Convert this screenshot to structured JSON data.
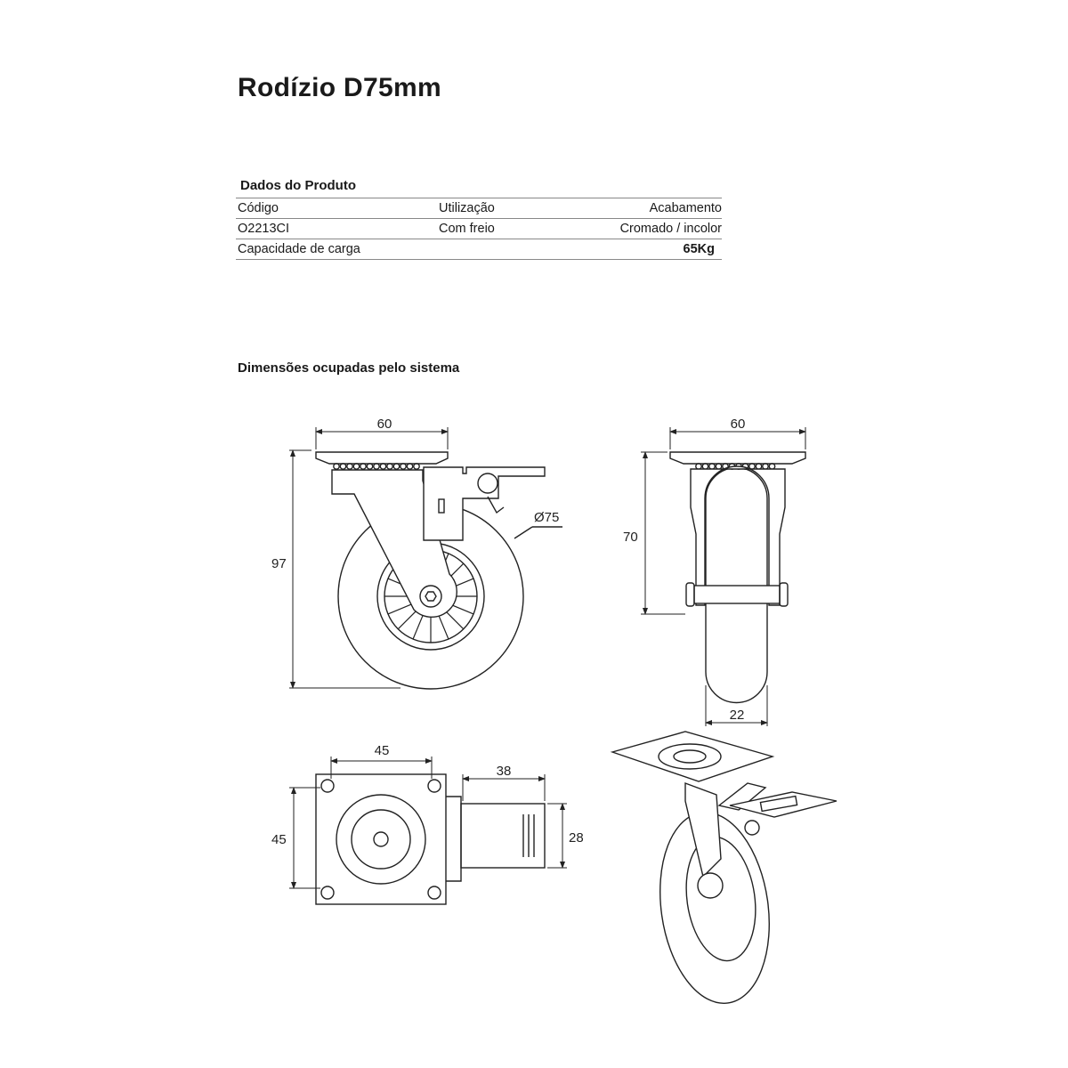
{
  "title": "Rodízio D75mm",
  "product_section": "Dados do Produto",
  "table": {
    "headers": [
      "Código",
      "Utilização",
      "Acabamento"
    ],
    "row": [
      "O2213CI",
      "Com freio",
      "Cromado / incolor"
    ],
    "capacity_label": "Capacidade de carga",
    "capacity_value": "65Kg"
  },
  "dimensions_section": "Dimensões ocupadas pelo sistema",
  "dims": {
    "front_width": "60",
    "front_height": "97",
    "wheel_diameter": "Ø75",
    "side_width": "60",
    "side_height": "70",
    "wheel_width": "22",
    "bottom_w": "45",
    "bottom_h": "45",
    "brake_len": "38",
    "brake_h": "28"
  }
}
